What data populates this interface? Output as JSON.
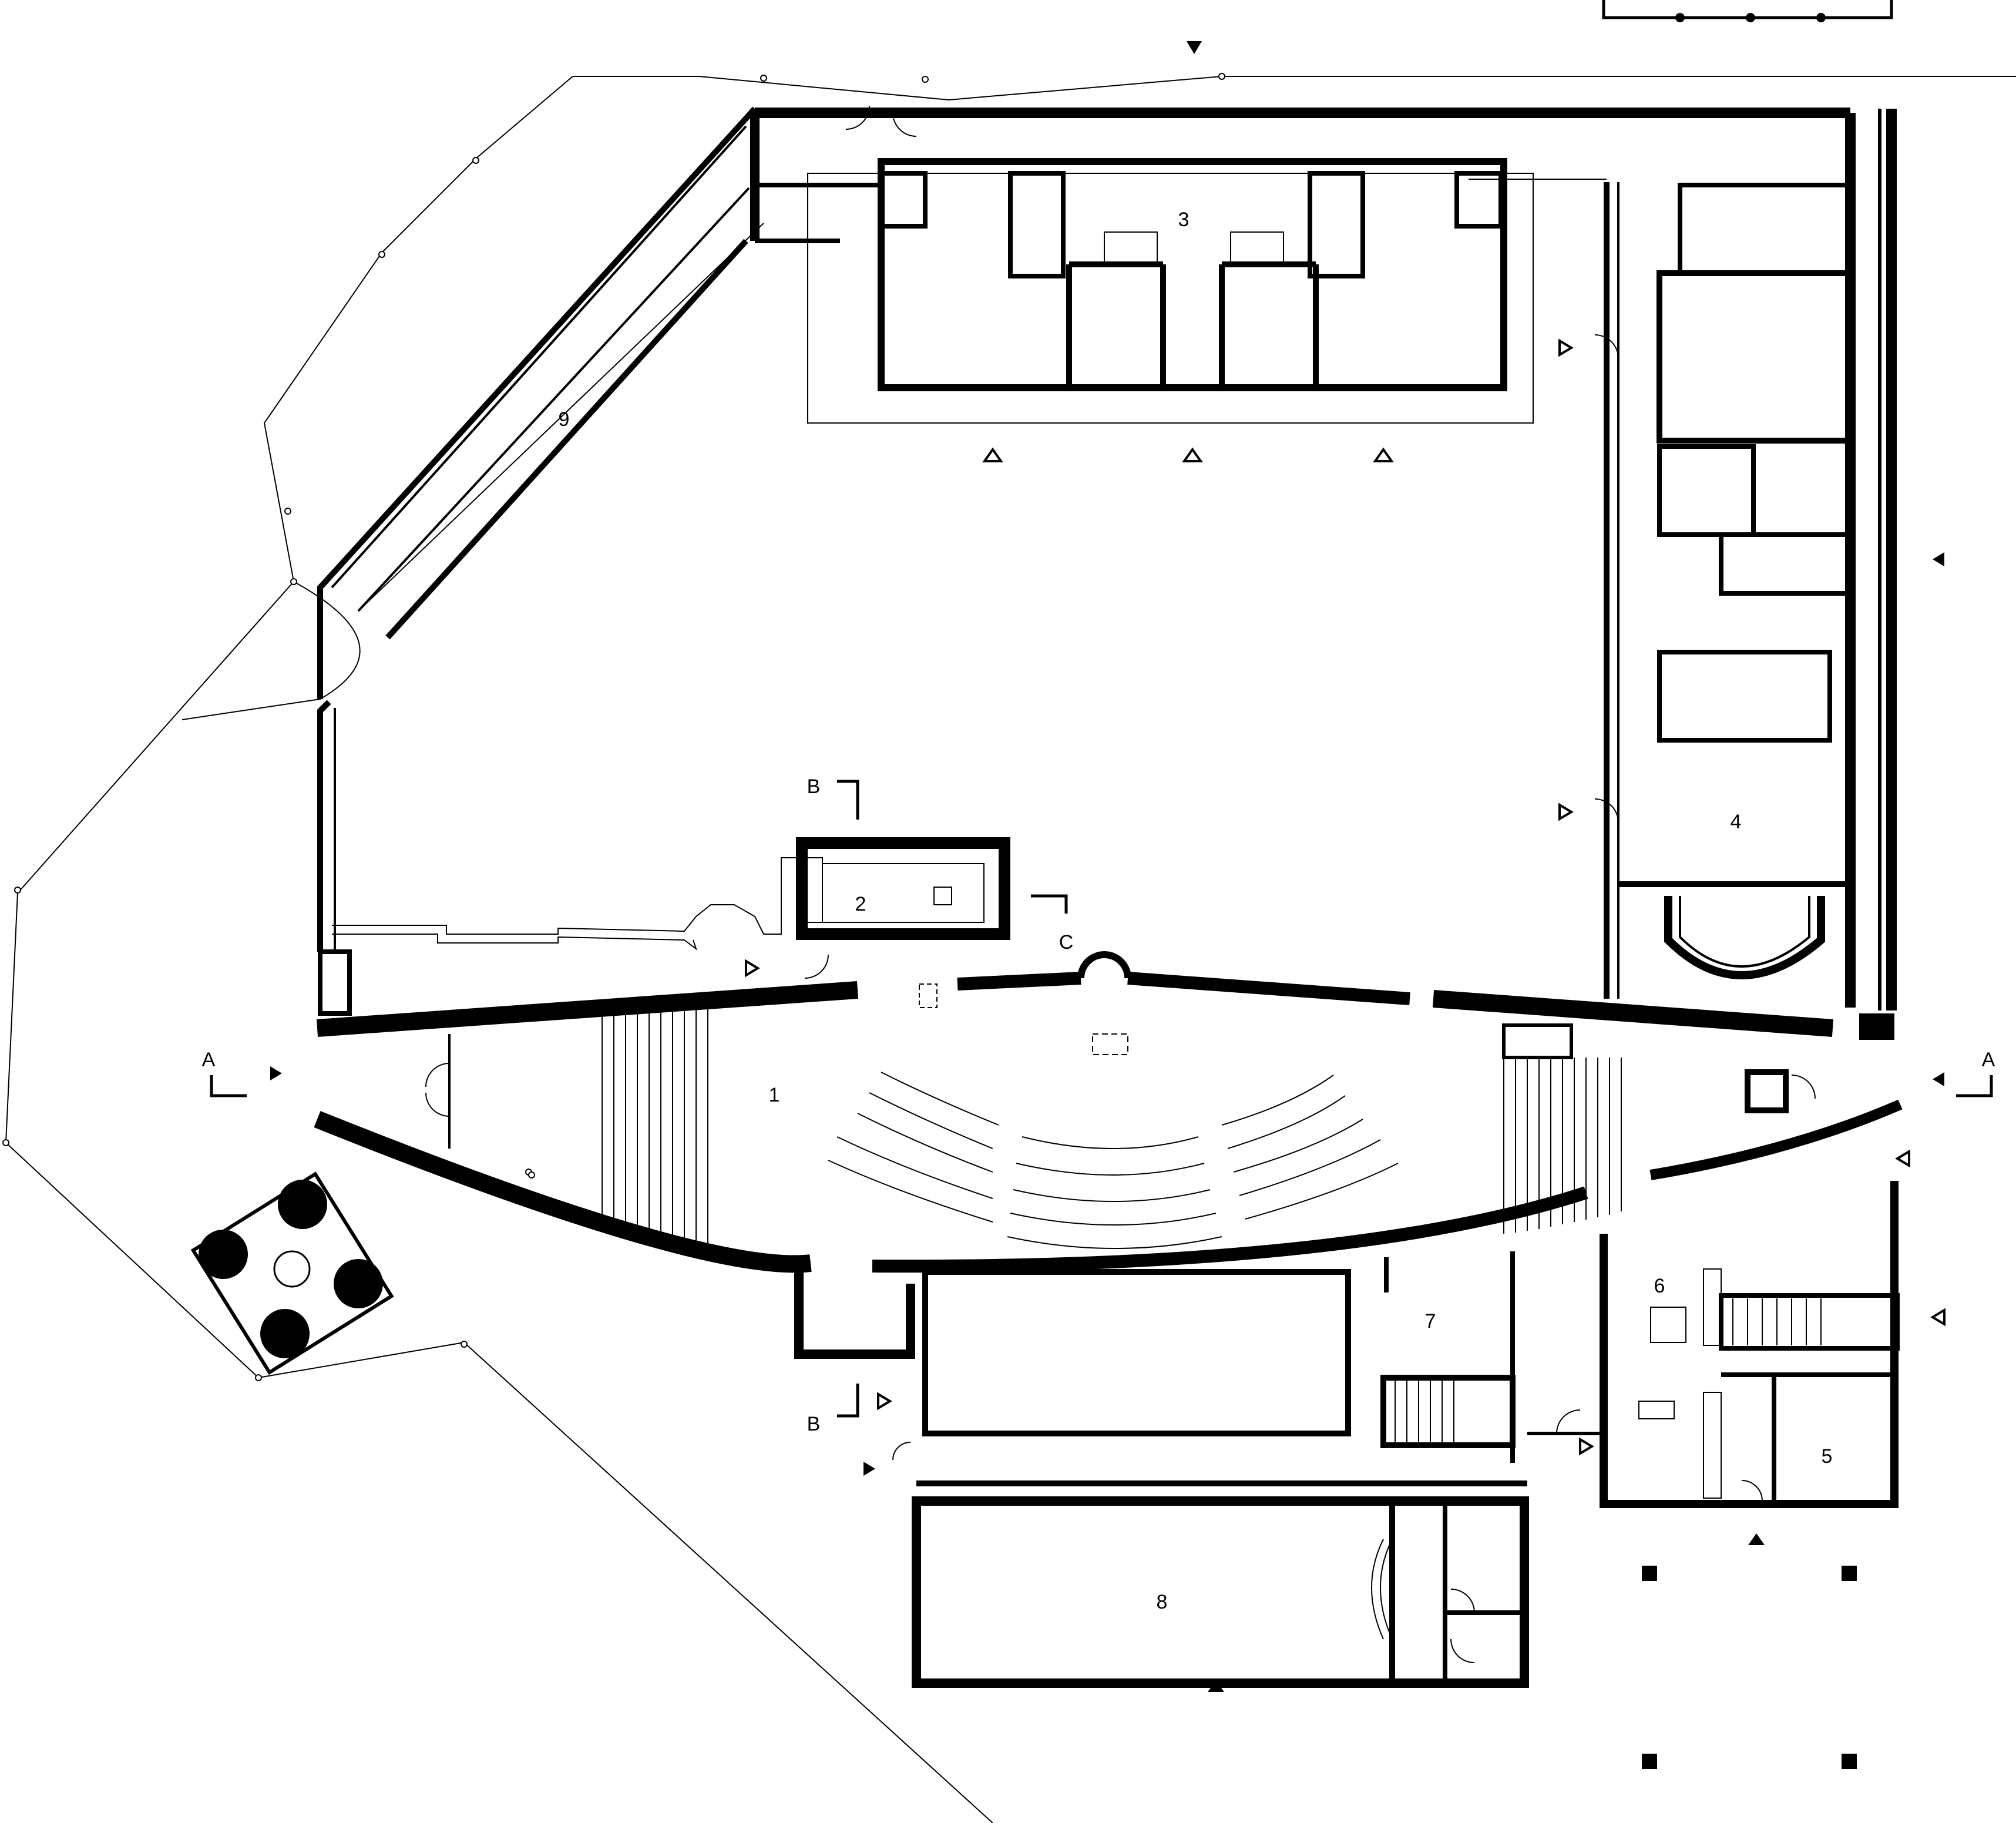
{
  "rooms": [
    {
      "id": "1",
      "label": "1"
    },
    {
      "id": "2",
      "label": "2"
    },
    {
      "id": "3",
      "label": "3"
    },
    {
      "id": "4",
      "label": "4"
    },
    {
      "id": "5",
      "label": "5"
    },
    {
      "id": "6",
      "label": "6"
    },
    {
      "id": "7",
      "label": "7"
    },
    {
      "id": "8",
      "label": "8"
    },
    {
      "id": "9",
      "label": "9"
    }
  ],
  "section_marks": {
    "a_left": "A",
    "a_right": "A",
    "b_top": "B",
    "b_bottom": "B",
    "c": "C"
  }
}
